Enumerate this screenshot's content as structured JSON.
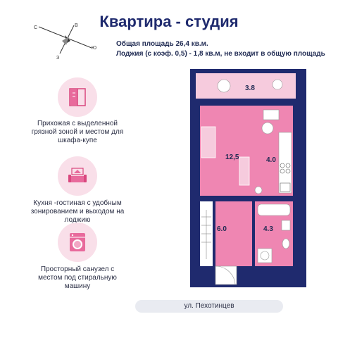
{
  "header": {
    "title": "Квартира - студия",
    "area_total": "Общая площадь 26,4 кв.м.",
    "area_loggia": "Лоджия (с коэф. 0,5) - 1,8 кв.м, не входит в общую площадь"
  },
  "compass": {
    "north": "С",
    "east": "В",
    "south": "Ю",
    "west": "З"
  },
  "features": [
    {
      "icon": "wardrobe-icon",
      "text": "Прихожая с выделенной грязной зоной  и местом для шкафа-купе"
    },
    {
      "icon": "sofa-icon",
      "text": "Кухня -гостиная с удобным зонированием и выходом на лоджию"
    },
    {
      "icon": "washing-machine-icon",
      "text": "Просторный санузел с местом под стиральную машину"
    }
  ],
  "rooms": {
    "loggia": "3.8",
    "living": "12,5",
    "kitchen": "4.0",
    "hall": "6.0",
    "bathroom": "4.3"
  },
  "street": "ул. Пехотинцев",
  "colors": {
    "accent": "#1f2a6e",
    "room_pink": "#ef86b2",
    "wall": "#1f2a6e",
    "icon_bg": "#f9dfe9"
  }
}
